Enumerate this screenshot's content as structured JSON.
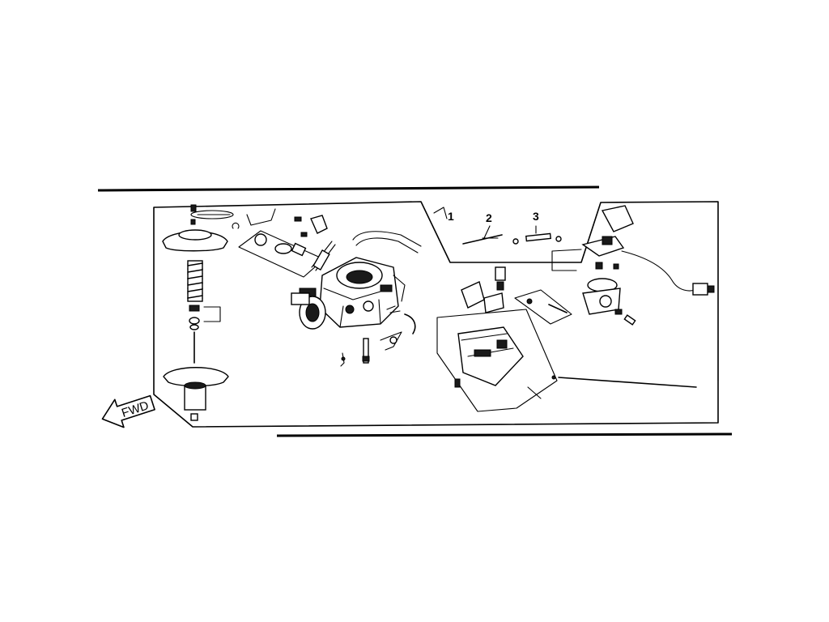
{
  "diagram": {
    "callouts": [
      "1",
      "2",
      "3"
    ],
    "direction_label": "FWD"
  }
}
